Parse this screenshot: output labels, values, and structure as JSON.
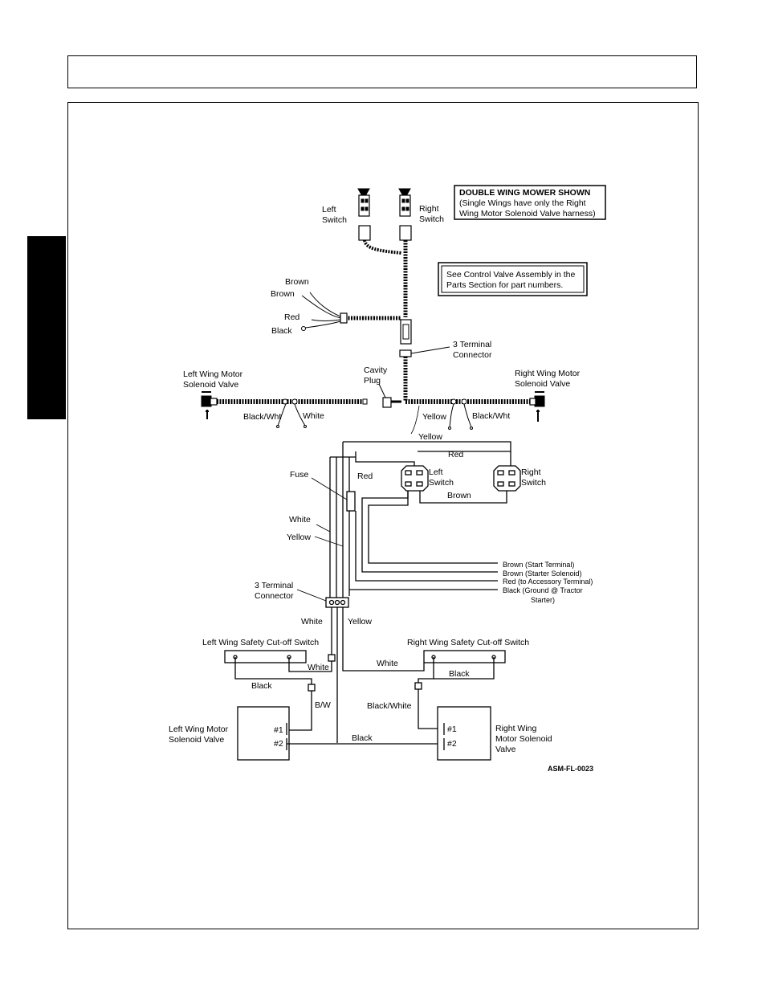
{
  "note_box": {
    "title": "DOUBLE WING MOWER SHOWN",
    "line1": "(Single Wings have only the Right",
    "line2": "Wing Motor Solenoid Valve harness)"
  },
  "see_box": {
    "line1": "See Control Valve Assembly in the",
    "line2": "Parts Section for part numbers."
  },
  "harness": {
    "left_switch": [
      "Left",
      "Switch"
    ],
    "right_switch": [
      "Right",
      "Switch"
    ],
    "brown1": "Brown",
    "brown2": "Brown",
    "red": "Red",
    "black": "Black",
    "three_terminal": [
      "3 Terminal",
      "Connector"
    ],
    "cavity_plug": [
      "Cavity",
      "Plug"
    ],
    "left_valve": [
      "Left Wing Motor",
      "Solenoid Valve"
    ],
    "right_valve": [
      "Right Wing Motor",
      "Solenoid Valve"
    ],
    "black_wht_left": "Black/Wht",
    "white_left": "White",
    "yellow_right": "Yellow",
    "black_wht_right": "Black/Wht"
  },
  "schematic": {
    "yellow_top": "Yellow",
    "red_top": "Red",
    "fuse": "Fuse",
    "red_fuse": "Red",
    "left_switch": [
      "Left",
      "Switch"
    ],
    "right_switch": [
      "Right",
      "Switch"
    ],
    "brown_mid": "Brown",
    "white": "White",
    "yellow": "Yellow",
    "brown_start": "Brown (Start Terminal)",
    "brown_starter": "Brown (Starter Solenoid)",
    "red_accessory": "Red (to Accessory Terminal)",
    "black_ground": "Black (Ground @ Tractor",
    "black_ground2": "Starter)",
    "three_terminal": [
      "3 Terminal",
      "Connector"
    ],
    "white_below": "White",
    "yellow_below": "Yellow",
    "left_cutoff": "Left Wing Safety Cut-off Switch",
    "right_cutoff": "Right Wing Safety Cut-off Switch",
    "white_left_sw": "White",
    "white_right_sw": "White",
    "black_left_sw": "Black",
    "black_right_sw": "Black",
    "bw": "B/W",
    "black_white": "Black/White",
    "left_valve": [
      "Left Wing Motor",
      "Solenoid Valve"
    ],
    "right_valve": [
      "Right Wing",
      "Motor Solenoid",
      "Valve"
    ],
    "t1": "#1",
    "t2": "#2",
    "t1r": "#1",
    "t2r": "#2",
    "black_bottom": "Black",
    "ref": "ASM-FL-0023"
  }
}
